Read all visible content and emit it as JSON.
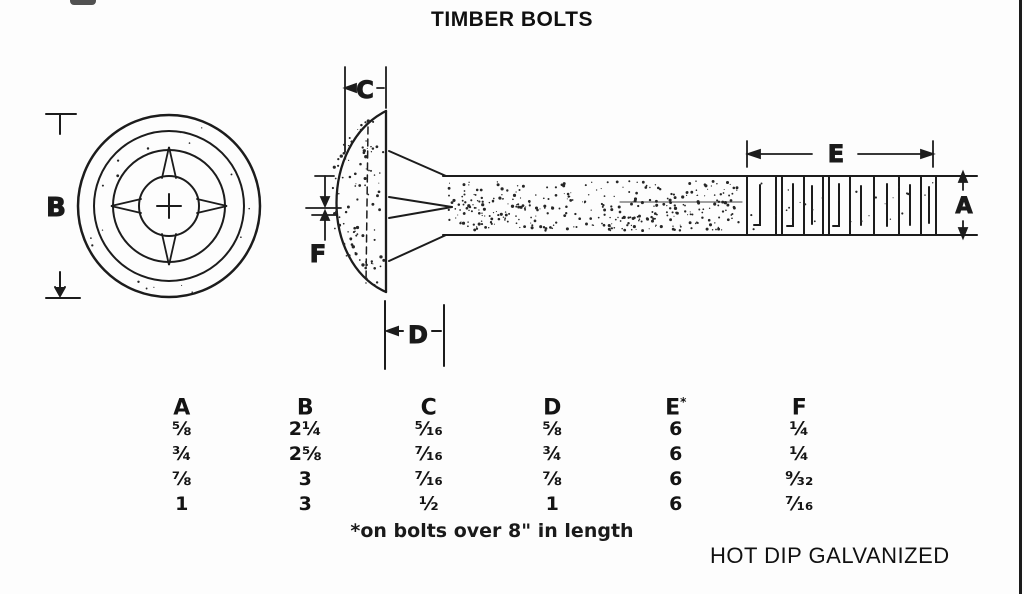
{
  "title": "TIMBER BOLTS",
  "finish_note": "HOT DIP GALVANIZED",
  "footnote": "*on bolts over 8\" in length",
  "diagram": {
    "labels": {
      "head_diameter": "B",
      "head_height": "C",
      "fin_depth": "F",
      "neck_length": "D",
      "thread_length": "E",
      "shank_diameter": "A"
    }
  },
  "table": {
    "headers": [
      {
        "label": "A",
        "sup": ""
      },
      {
        "label": "B",
        "sup": ""
      },
      {
        "label": "C",
        "sup": ""
      },
      {
        "label": "D",
        "sup": ""
      },
      {
        "label": "E",
        "sup": "*"
      },
      {
        "label": "F",
        "sup": ""
      }
    ],
    "rows": [
      [
        "⅝",
        "2¼",
        "⁵⁄₁₆",
        "⅝",
        "6",
        "¼"
      ],
      [
        "¾",
        "2⅝",
        "⁷⁄₁₆",
        "¾",
        "6",
        "¼"
      ],
      [
        "⅞",
        "3",
        "⁷⁄₁₆",
        "⅞",
        "6",
        "⁹⁄₃₂"
      ],
      [
        "1",
        "3",
        "½",
        "1",
        "6",
        "⁷⁄₁₆"
      ]
    ]
  },
  "colors": {
    "ink": "#1c1c1c",
    "paper": "#fdfdfd"
  }
}
